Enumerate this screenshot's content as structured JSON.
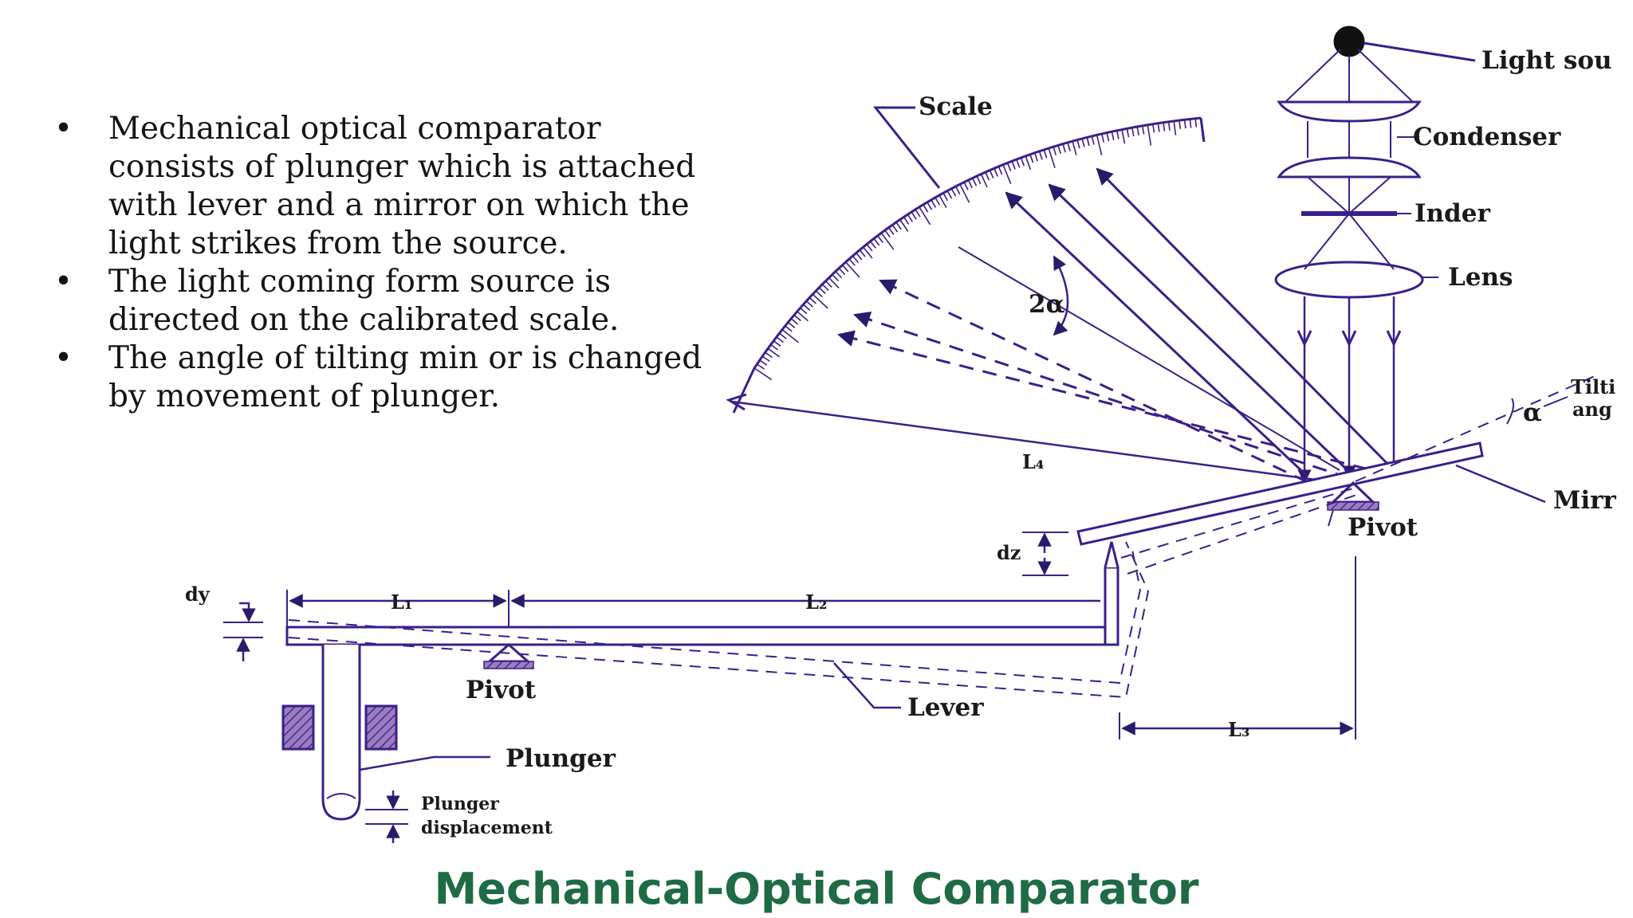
{
  "bullets": [
    "Mechanical optical comparator consists of plunger which is attached with lever and a mirror on which the light strikes from the source.",
    "The light coming form source is directed on the calibrated scale.",
    "The angle of tilting min or is changed by movement of plunger."
  ],
  "bullet_symbol": "•",
  "caption": "Mechanical-Optical Comparator",
  "labels": {
    "light_source": "Light sou",
    "condenser": "Condenser",
    "inder": "Inder",
    "lens": "Lens",
    "scale": "Scale",
    "two_alpha": "2α",
    "alpha": "α",
    "tilting_1": "Tilti",
    "tilting_2": "ang",
    "mirror": "Mirr",
    "pivot_mirror": "Pivot",
    "pivot_lever": "Pivot",
    "lever": "Lever",
    "plunger": "Plunger",
    "plunger_disp_1": "Plunger",
    "plunger_disp_2": "displacement",
    "l1": "L₁",
    "l2": "L₂",
    "l3": "L₃",
    "l4": "L₄",
    "dy": "dy",
    "dz": "dz"
  },
  "colors": {
    "lines": "#3a1f8a",
    "text": "#1a1a1a",
    "caption": "#1e6b45",
    "block": "#7b4ea8"
  }
}
